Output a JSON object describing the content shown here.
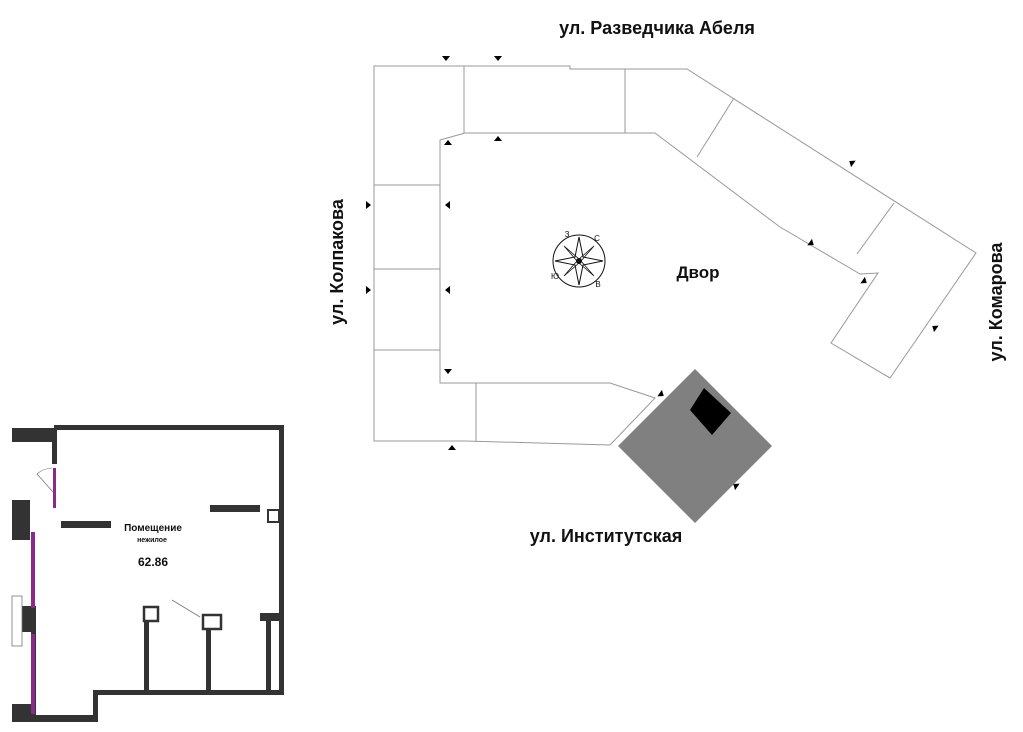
{
  "streets": {
    "north": "ул. Разведчика Абеля",
    "west": "ул. Колпакова",
    "east": "ул. Комарова",
    "south": "ул. Институтская"
  },
  "yard_label": "Двор",
  "compass": {
    "north": "С",
    "east": "В",
    "south": "Ю",
    "west": "З"
  },
  "room": {
    "name": "Помещение",
    "type": "нежилое",
    "area": "62.86"
  },
  "colors": {
    "walls": "#333333",
    "highlight_unit": "#808080",
    "windows": "#8a2a8a",
    "building_outline": "#999999"
  }
}
